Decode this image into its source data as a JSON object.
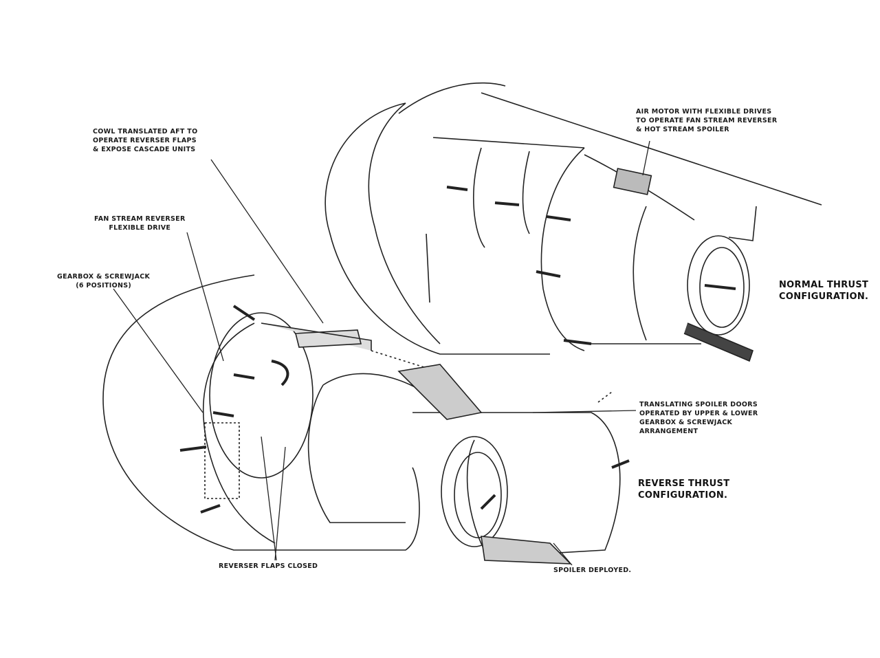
{
  "labels": {
    "cowl": [
      "COWL TRANSLATED AFT TO",
      "OPERATE REVERSER FLAPS",
      "& EXPOSE CASCADE UNITS"
    ],
    "fan_drive": [
      "FAN STREAM REVERSER",
      "FLEXIBLE DRIVE"
    ],
    "gearbox": [
      "GEARBOX & SCREWJACK",
      "(6 POSITIONS)"
    ],
    "air_motor": [
      "AIR MOTOR WITH FLEXIBLE DRIVES",
      "TO OPERATE FAN STREAM REVERSER",
      "& HOT STREAM SPOILER"
    ],
    "normal_thrust": [
      "NORMAL THRUST",
      "CONFIGURATION."
    ],
    "spoiler_doors": [
      "TRANSLATING SPOILER DOORS",
      "OPERATED BY UPPER & LOWER",
      "GEARBOX & SCREWJACK",
      "ARRANGEMENT"
    ],
    "reverse_thrust": [
      "REVERSE THRUST",
      "CONFIGURATION."
    ],
    "flaps_closed": "REVERSER FLAPS CLOSED",
    "spoiler_deployed": "SPOILER DEPLOYED."
  }
}
